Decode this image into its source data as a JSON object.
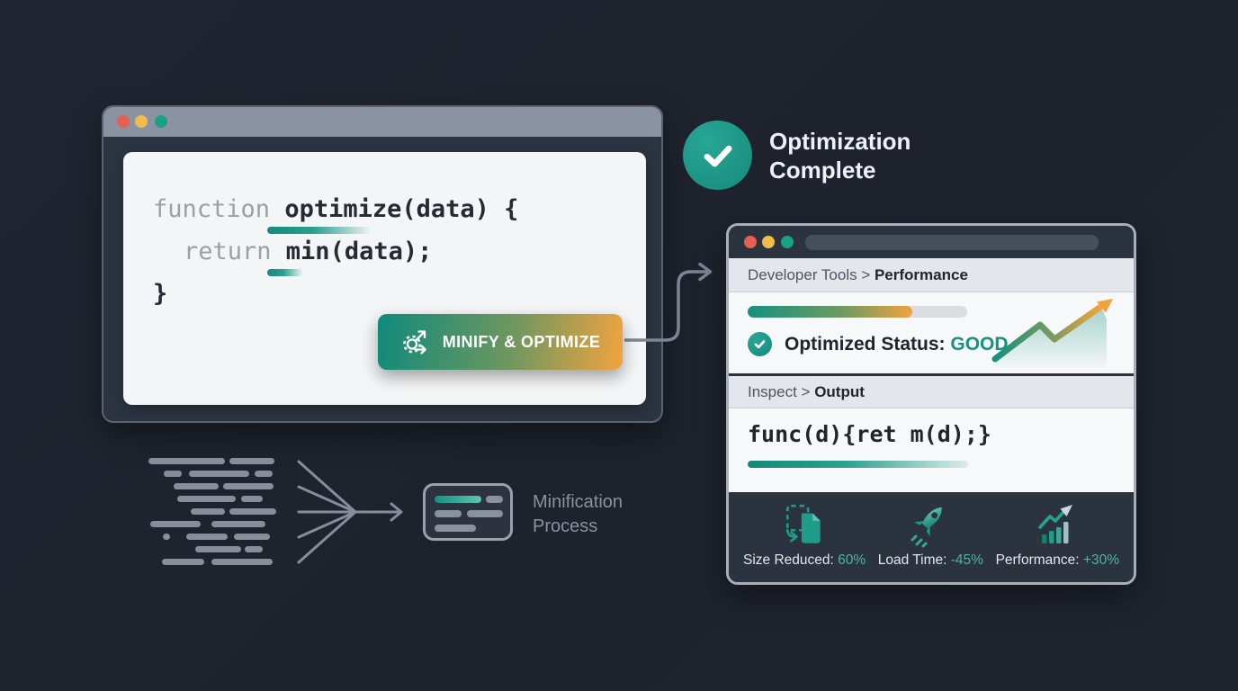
{
  "colors": {
    "background": "#1e242e",
    "teal": "#17917f",
    "orange": "#f0a23f",
    "value_teal": "#4fb3a2",
    "window_gray": "#8b93a3"
  },
  "editor_window": {
    "code": {
      "line1_keyword": "function ",
      "line1_code": "optimize(data) {",
      "line2_keyword": "return ",
      "line2_code": "min(data);",
      "line3_code": "}"
    },
    "button": {
      "label": "MINIFY & OPTIMIZE",
      "icon": "gear-arrows-icon"
    }
  },
  "status_banner": {
    "icon": "check-icon",
    "line1": "Optimization",
    "line2": "Complete"
  },
  "devtools_window": {
    "breadcrumb_performance": {
      "prefix": "Developer Tools > ",
      "current": "Performance"
    },
    "performance": {
      "progress_percent": 75,
      "status_label": "Optimized Status: ",
      "status_value": "GOOD"
    },
    "breadcrumb_output": {
      "prefix": "Inspect > ",
      "current": "Output"
    },
    "output_code": "func(d){ret m(d);}",
    "stats": [
      {
        "icon": "file-shrink-icon",
        "label": "Size Reduced: ",
        "value": "60%"
      },
      {
        "icon": "rocket-icon",
        "label": "Load Time: ",
        "value": "-45%"
      },
      {
        "icon": "chart-up-icon",
        "label": "Performance: ",
        "value": "+30%"
      }
    ]
  },
  "minification": {
    "label_line1": "Minification",
    "label_line2": "Process"
  }
}
